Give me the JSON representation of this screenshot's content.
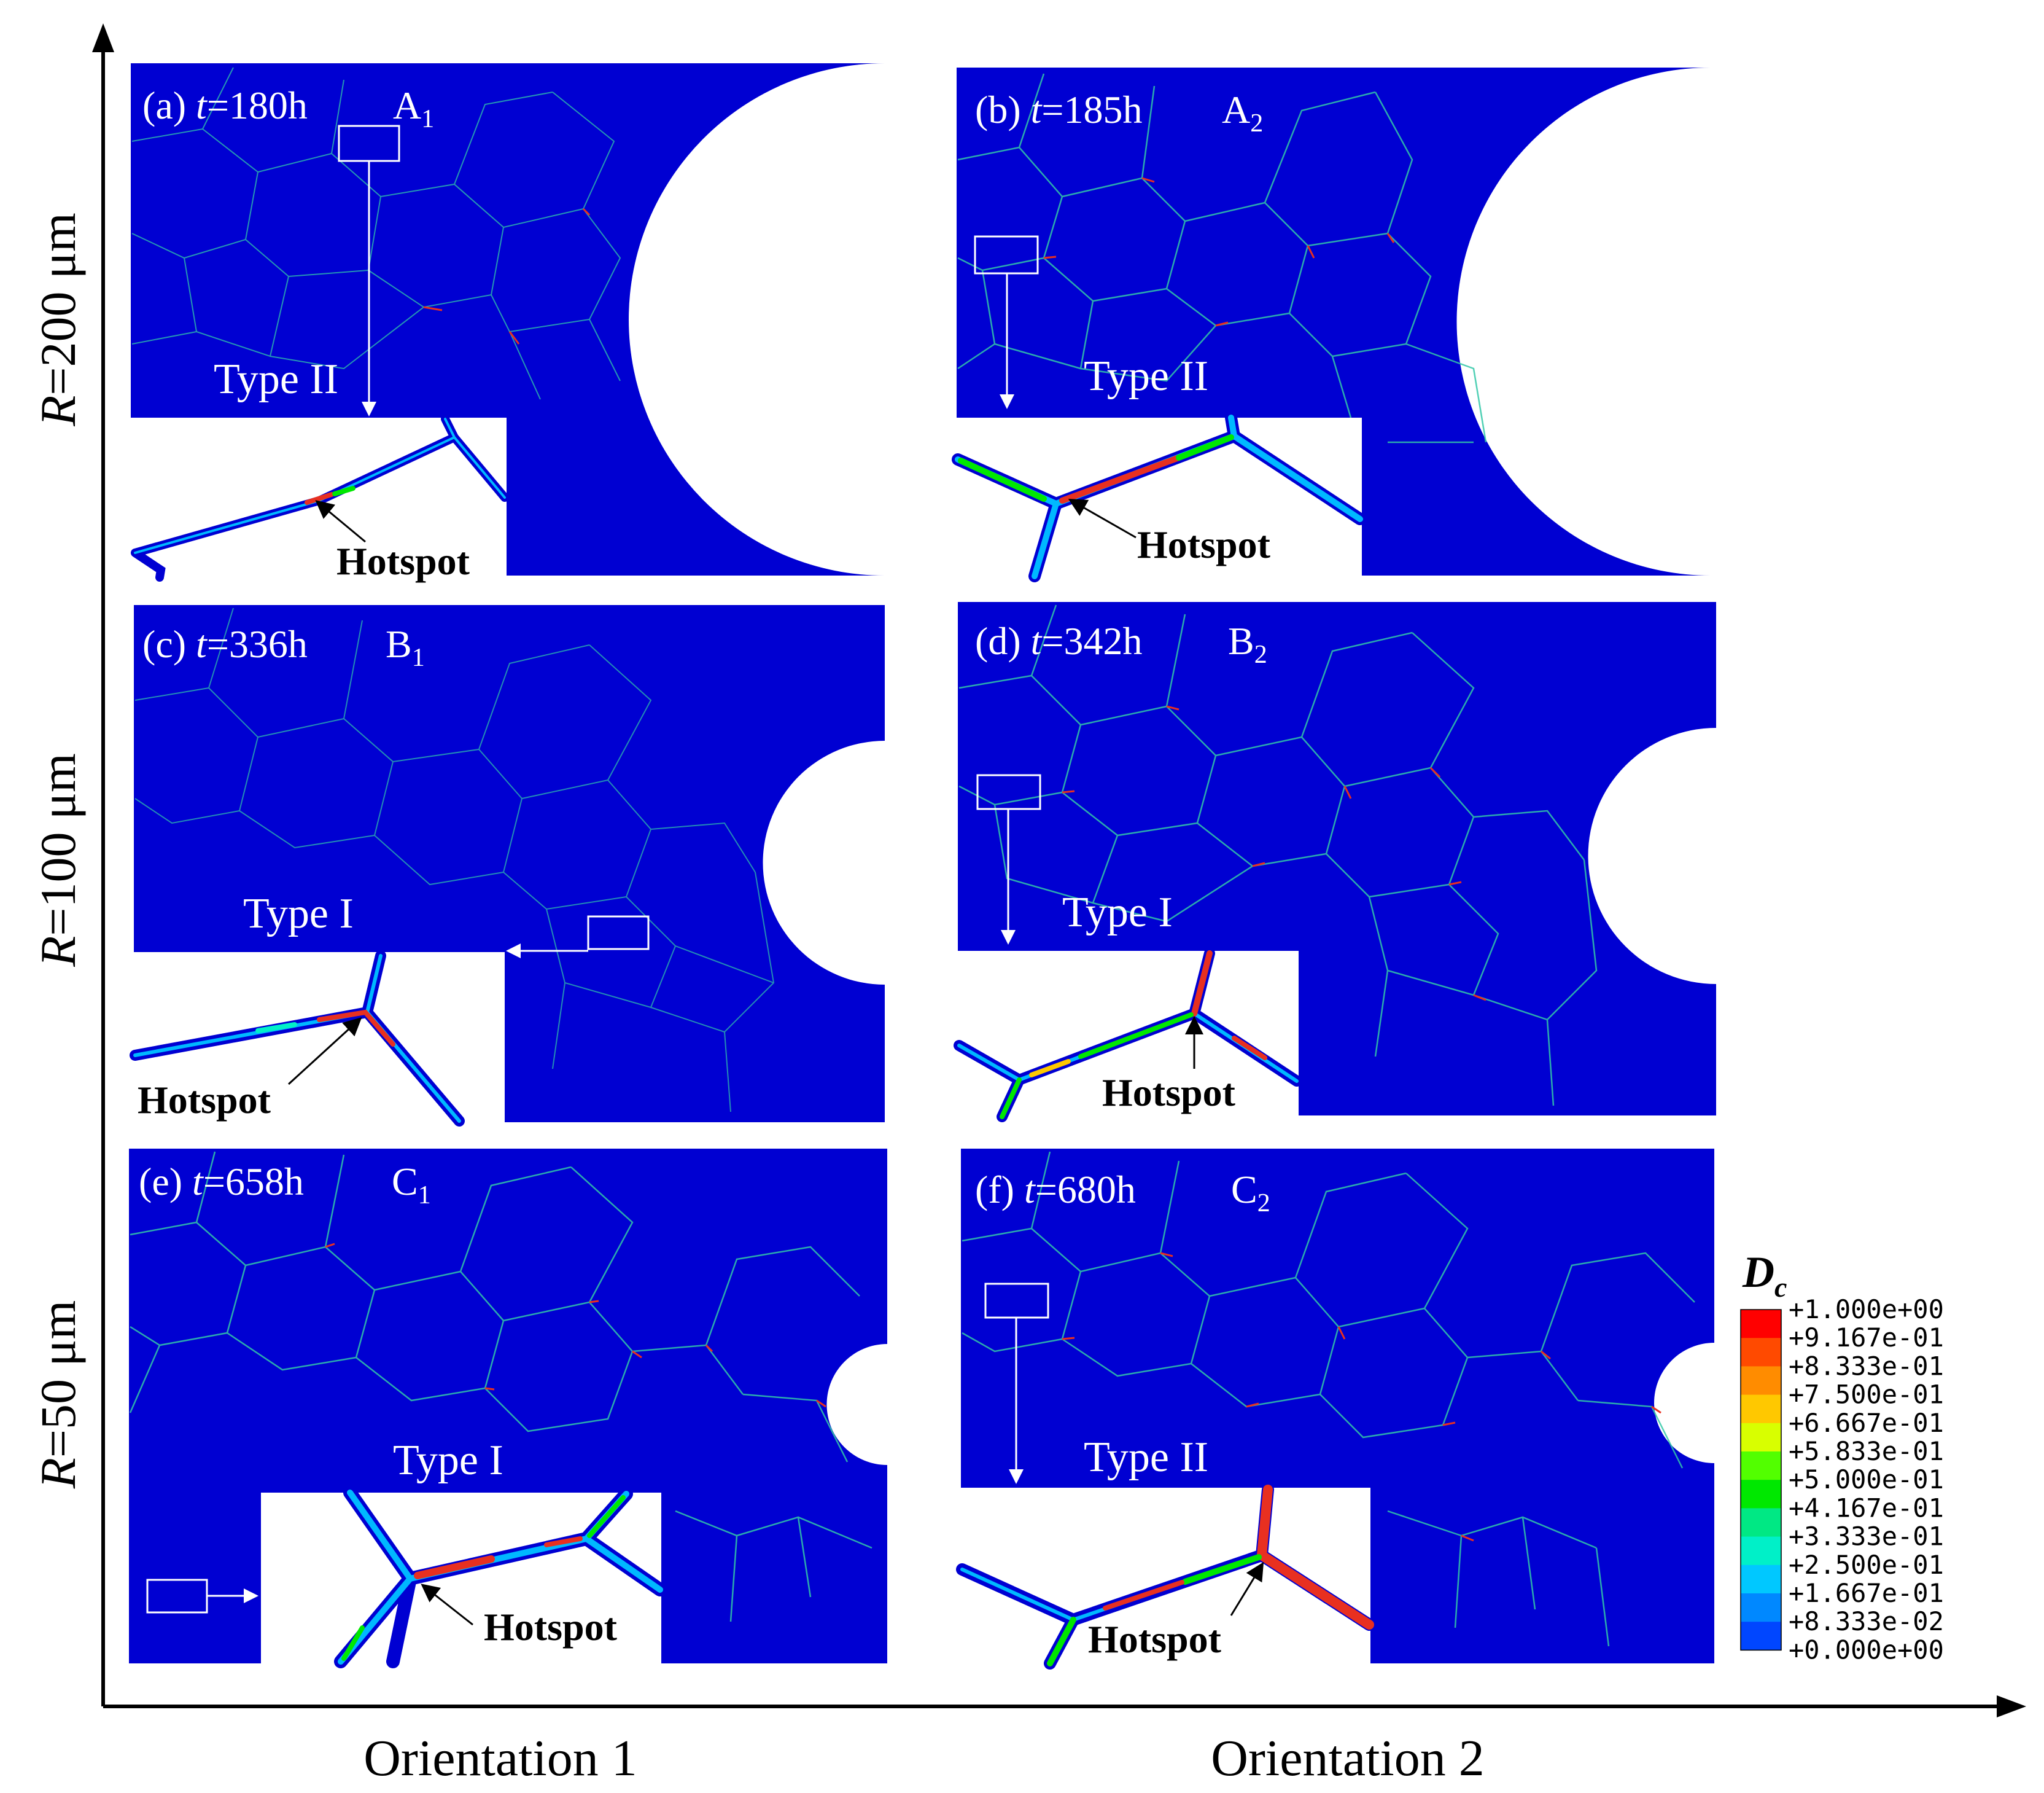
{
  "axes": {
    "row_labels": [
      {
        "italic": "R",
        "rest": "=200 μm"
      },
      {
        "italic": "R",
        "rest": "=100 μm"
      },
      {
        "italic": "R",
        "rest": "=50 μm"
      }
    ],
    "column_labels": [
      "Orientation 1",
      "Orientation 2"
    ]
  },
  "panels": [
    {
      "id": "a",
      "prefix": "(a) ",
      "t_var": "t",
      "t_value": "=180h",
      "point": "A",
      "sub": "1",
      "type_label": "Type II",
      "hotspot": "Hotspot"
    },
    {
      "id": "b",
      "prefix": "(b) ",
      "t_var": "t",
      "t_value": "=185h",
      "point": "A",
      "sub": "2",
      "type_label": "Type II",
      "hotspot": "Hotspot"
    },
    {
      "id": "c",
      "prefix": "(c) ",
      "t_var": "t",
      "t_value": "=336h",
      "point": "B",
      "sub": "1",
      "type_label": "Type I",
      "hotspot": "Hotspot"
    },
    {
      "id": "d",
      "prefix": "(d) ",
      "t_var": "t",
      "t_value": "=342h",
      "point": "B",
      "sub": "2",
      "type_label": "Type I",
      "hotspot": "Hotspot"
    },
    {
      "id": "e",
      "prefix": "(e) ",
      "t_var": "t",
      "t_value": "=658h",
      "point": "C",
      "sub": "1",
      "type_label": "Type I",
      "hotspot": "Hotspot"
    },
    {
      "id": "f",
      "prefix": "(f) ",
      "t_var": "t",
      "t_value": "=680h",
      "point": "C",
      "sub": "2",
      "type_label": "Type II",
      "hotspot": "Hotspot"
    }
  ],
  "legend": {
    "title_main": "D",
    "title_sub": "c",
    "entries": [
      {
        "value": "+1.000e+00",
        "color": "#ff0000"
      },
      {
        "value": "+9.167e-01",
        "color": "#ff4a00"
      },
      {
        "value": "+8.333e-01",
        "color": "#ff8c00"
      },
      {
        "value": "+7.500e-01",
        "color": "#ffc800"
      },
      {
        "value": "+6.667e-01",
        "color": "#d8ff00"
      },
      {
        "value": "+5.833e-01",
        "color": "#52ff00"
      },
      {
        "value": "+5.000e-01",
        "color": "#00e800"
      },
      {
        "value": "+4.167e-01",
        "color": "#00e884"
      },
      {
        "value": "+3.333e-01",
        "color": "#00f0c8"
      },
      {
        "value": "+2.500e-01",
        "color": "#00c8ff"
      },
      {
        "value": "+1.667e-01",
        "color": "#0088ff"
      },
      {
        "value": "+8.333e-02",
        "color": "#0046ff"
      },
      {
        "value": "+0.000e+00",
        "color": "#0000ff"
      }
    ]
  },
  "colors": {
    "field": "#0000d2",
    "boundary": "#32c8a8",
    "crack": "#e83020",
    "background": "#ffffff",
    "axis": "#000000"
  }
}
